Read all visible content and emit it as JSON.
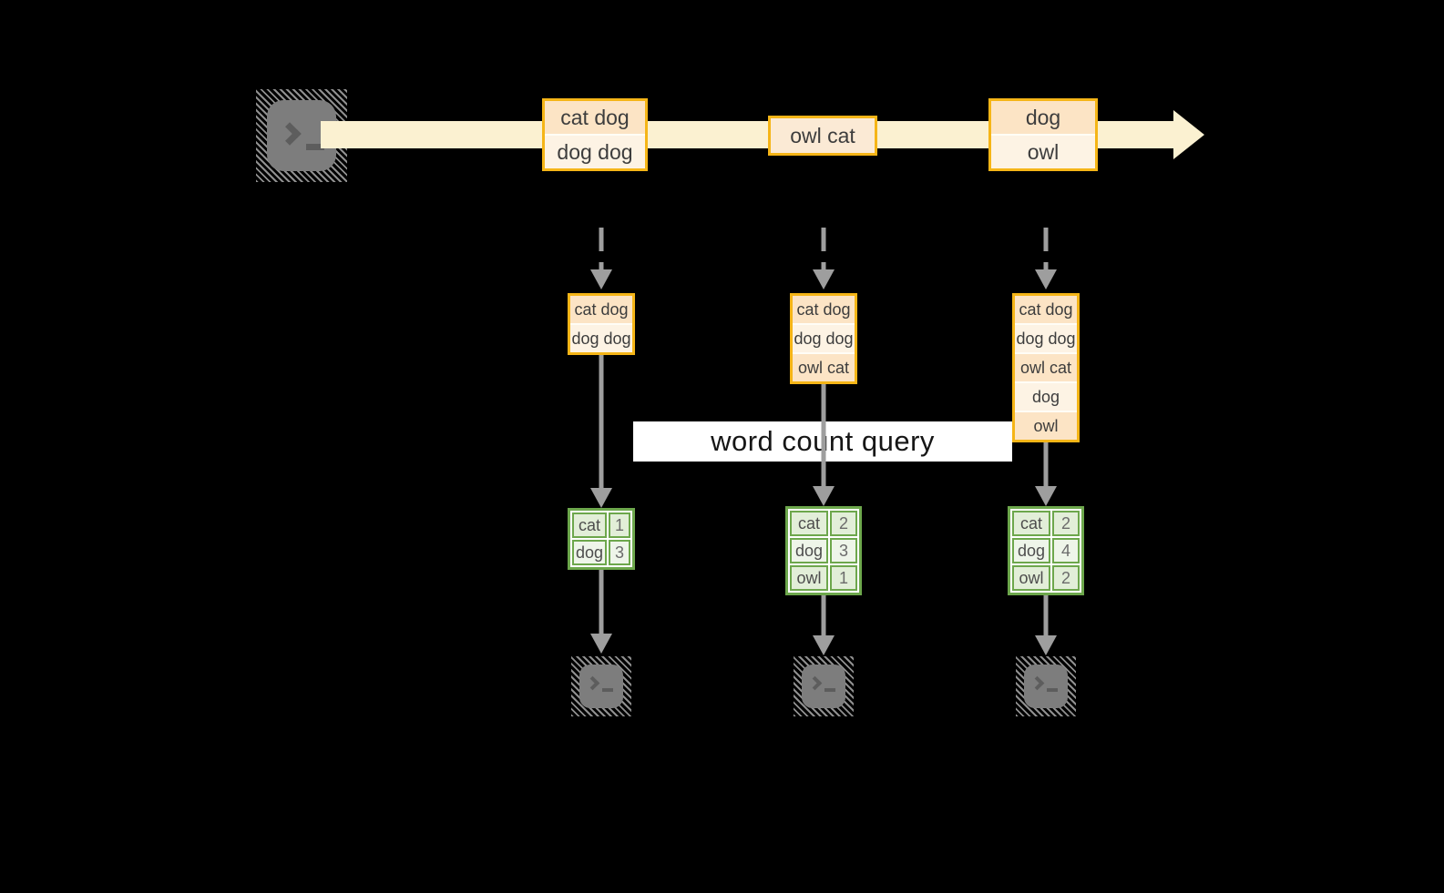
{
  "query_label": "word count query",
  "stream": {
    "events": [
      {
        "rows": [
          "cat dog",
          "dog dog"
        ]
      },
      {
        "rows": [
          "owl cat"
        ]
      },
      {
        "rows": [
          "dog",
          "owl"
        ]
      }
    ]
  },
  "columns": [
    {
      "state_rows": [
        "cat dog",
        "dog dog"
      ],
      "count_table": {
        "rows": [
          [
            "cat",
            "1"
          ],
          [
            "dog",
            "3"
          ]
        ]
      }
    },
    {
      "state_rows": [
        "cat dog",
        "dog dog",
        "owl cat"
      ],
      "count_table": {
        "rows": [
          [
            "cat",
            "2"
          ],
          [
            "dog",
            "3"
          ],
          [
            "owl",
            "1"
          ]
        ]
      }
    },
    {
      "state_rows": [
        "cat dog",
        "dog dog",
        "owl cat",
        "dog",
        "owl"
      ],
      "count_table": {
        "rows": [
          [
            "cat",
            "2"
          ],
          [
            "dog",
            "4"
          ],
          [
            "owl",
            "2"
          ]
        ]
      }
    }
  ],
  "icons": {
    "source": "terminal-icon",
    "sinks": [
      "terminal-icon",
      "terminal-icon",
      "terminal-icon"
    ]
  },
  "colors": {
    "stream_fill": "#fbf1d1",
    "box_border": "#f5b517",
    "box_fill_dark": "#fce4c5",
    "box_fill_light": "#fdf3e4",
    "table_border": "#6da74c",
    "table_fill_dark": "#e2eed8",
    "table_fill_light": "#eef5e9",
    "arrow_gray": "#9e9e9e",
    "terminal_gray": "#7d7d7d",
    "query_band_bg": "#ffffff"
  }
}
